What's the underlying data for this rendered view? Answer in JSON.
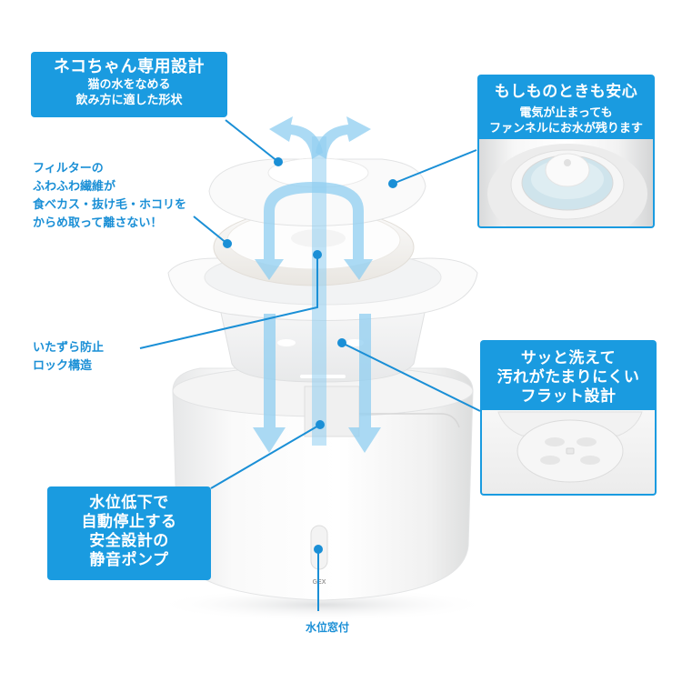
{
  "callouts": {
    "cat_design": {
      "title": "ネコちゃん専用設計",
      "lines": [
        "猫の水をなめる",
        "飲み方に適した形状"
      ]
    },
    "power_safe": {
      "title": "もしものときも安心",
      "lines": [
        "電気が止まっても",
        "ファンネルにお水が残ります"
      ]
    },
    "flat_design": {
      "lines": [
        "サッと洗えて",
        "汚れがたまりにくい",
        "フラット設計"
      ]
    },
    "pump": {
      "lines": [
        "水位低下で",
        "自動停止する",
        "安全設計の",
        "静音ポンプ"
      ]
    }
  },
  "labels": {
    "filter": [
      "フィルターの",
      "ふわふわ繊維が",
      "食べカス・抜け毛・ホコリを",
      "からめ取って離さない！"
    ],
    "lock": [
      "いたずら防止",
      "ロック構造"
    ],
    "water_window": "水位窓付"
  },
  "product": {
    "brand_mark": "GEX"
  },
  "colors": {
    "accent_blue": "#1a9be0",
    "label_blue": "#1a8fd6",
    "arrow_blue": "#8fcdf0"
  }
}
